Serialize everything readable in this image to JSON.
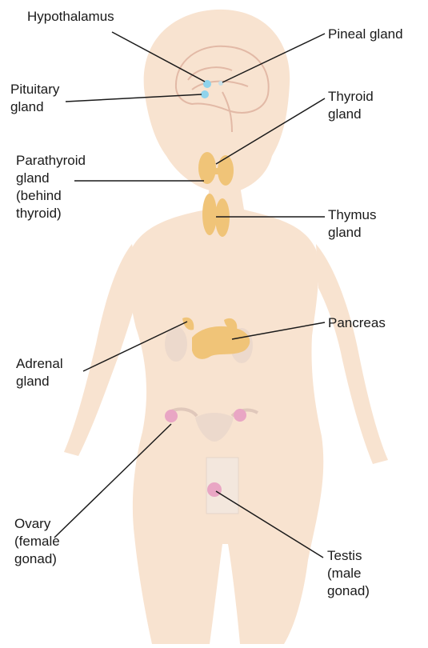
{
  "labels": {
    "hypothalamus": "Hypothalamus",
    "pineal": "Pineal gland",
    "pituitary": "Pituitary\ngland",
    "thyroid": "Thyroid\ngland",
    "parathyroid": "Parathyroid\ngland\n(behind\nthyroid)",
    "thymus": "Thymus\ngland",
    "pancreas": "Pancreas",
    "adrenal": "Adrenal\ngland",
    "ovary": "Ovary\n(female\ngonad)",
    "testis": "Testis\n(male\ngonad)"
  },
  "colors": {
    "body": "#f8e3d0",
    "gland": "#f0c478",
    "kidney": "#ecd9cc",
    "pituitary": "#8fd3ec",
    "ovary": "#e9a6c4",
    "leader": "#1a1a1a"
  }
}
